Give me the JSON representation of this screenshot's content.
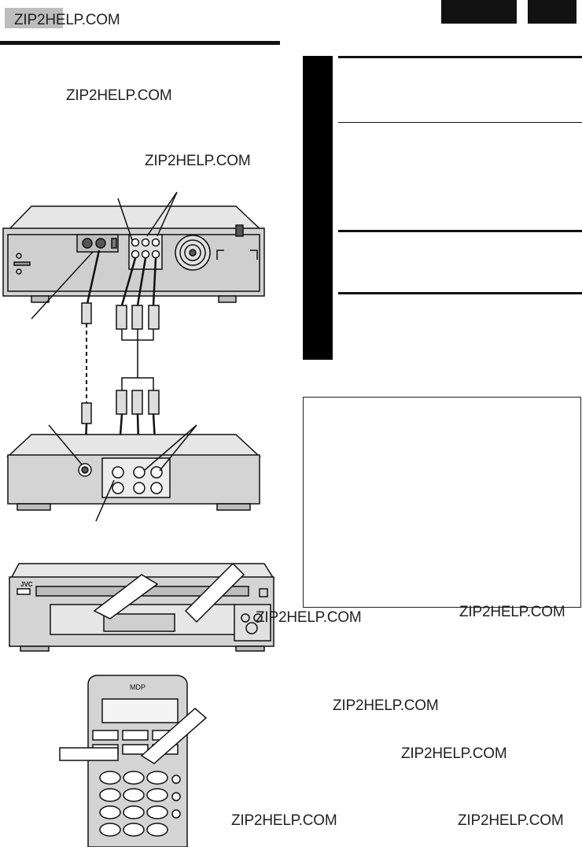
{
  "watermarks": {
    "top_left": "ZIP2HELP.COM",
    "w1": "ZIP2HELP.COM",
    "w2": "ZIP2HELP.COM",
    "w3": "ZIP2HELP.COM",
    "w4": "ZIP2HELP.COM",
    "w5": "ZIP2HELP.COM",
    "w6": "ZIP2HELP.COM",
    "w7": "ZIP2HELP.COM",
    "w8": "ZIP2HELP.COM"
  },
  "illustrations": {
    "vcr_brand": "JVC",
    "remote_brand": "MDP"
  },
  "colors": {
    "ink": "#111111",
    "device_fill": "#cfcfcf",
    "device_dark": "#8a8a8a",
    "sidebar": "#000000",
    "paper": "#ffffff"
  }
}
